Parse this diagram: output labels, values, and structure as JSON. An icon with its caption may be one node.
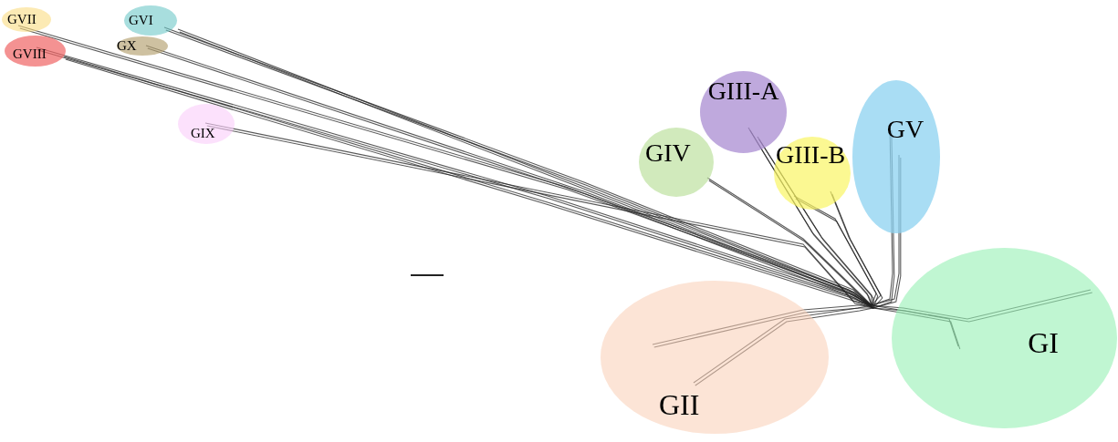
{
  "diagram": {
    "nodes": [
      {
        "text": [
          "GVII"
        ]
      },
      {
        "text": [
          "GVI"
        ]
      },
      {
        "text": [
          "GX"
        ]
      },
      {
        "text": [
          "GVIII"
        ]
      },
      {
        "text": [
          "GIX"
        ]
      },
      {
        "text": [
          "GIII-A"
        ]
      },
      {
        "text": [
          "GIV"
        ]
      },
      {
        "text": [
          "GIII-B"
        ]
      },
      {
        "text": [
          "GV"
        ]
      },
      {
        "text": [
          "GII"
        ]
      },
      {
        "text": [
          "GI"
        ]
      }
    ]
  }
}
